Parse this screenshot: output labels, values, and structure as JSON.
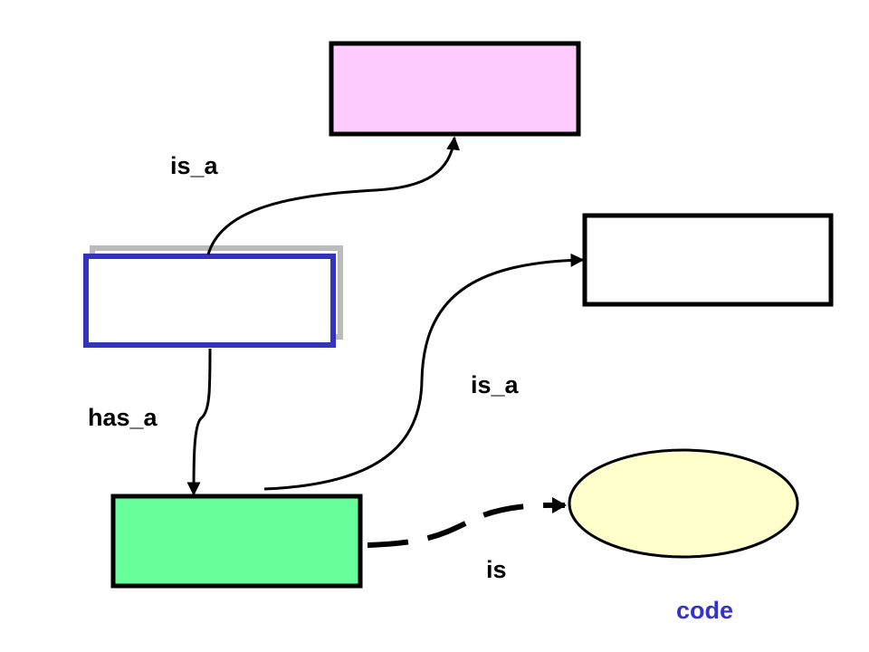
{
  "labels": {
    "top_is_a": "is_a",
    "right_is_a": "is_a",
    "has_a": "has_a",
    "is": "is",
    "code": "code"
  },
  "colors": {
    "pink_box": "#ffccff",
    "green_box": "#66ff99",
    "ellipse_fill": "#ffffcc",
    "blue_border": "#3333bb",
    "shadow_gray": "#bbbbbb",
    "code_text": "#3333cc",
    "stroke": "#000000"
  }
}
